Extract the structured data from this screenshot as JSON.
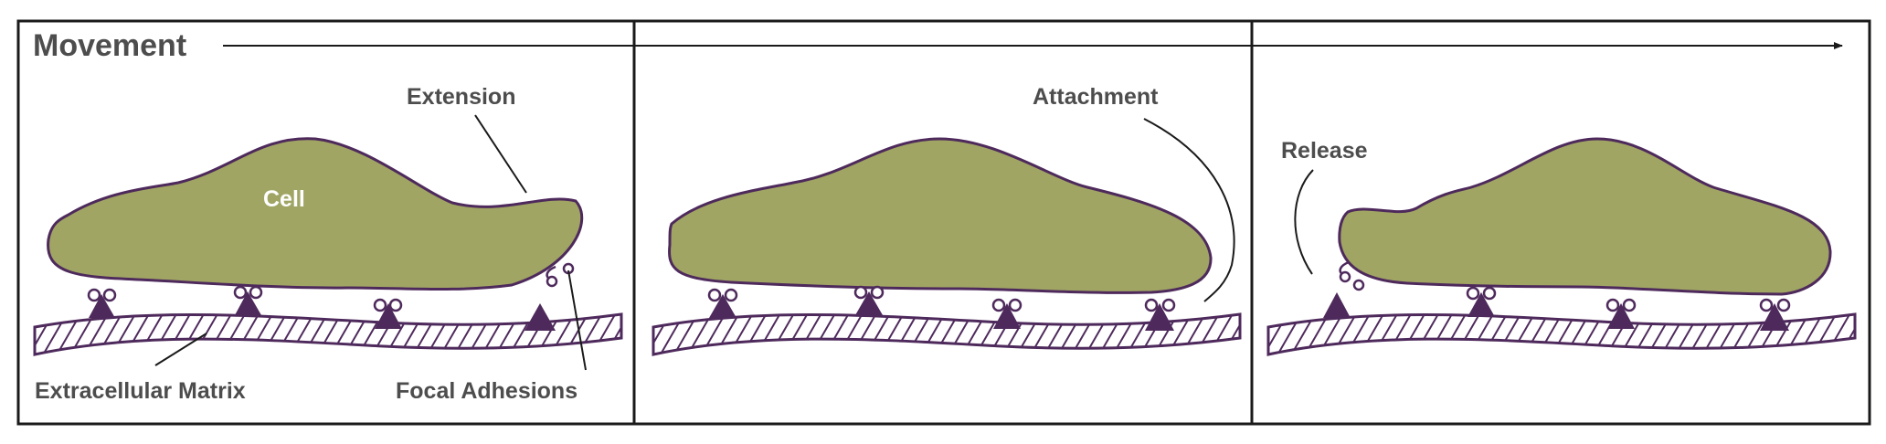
{
  "title": "Movement",
  "colors": {
    "cell_fill": "#a0a564",
    "outline": "#4e2a5c",
    "adhesion": "#4e2a5c",
    "frame": "#1a1a1a",
    "label_text": "#4d4d4d",
    "cell_label_text": "#ffffff"
  },
  "panels": [
    {
      "stage": "Extension",
      "labels": {
        "cell": "Cell",
        "stage": "Extension",
        "matrix": "Extracellular Matrix",
        "adhesions": "Focal Adhesions"
      }
    },
    {
      "stage": "Attachment",
      "labels": {
        "stage": "Attachment"
      }
    },
    {
      "stage": "Release",
      "labels": {
        "stage": "Release"
      }
    }
  ]
}
